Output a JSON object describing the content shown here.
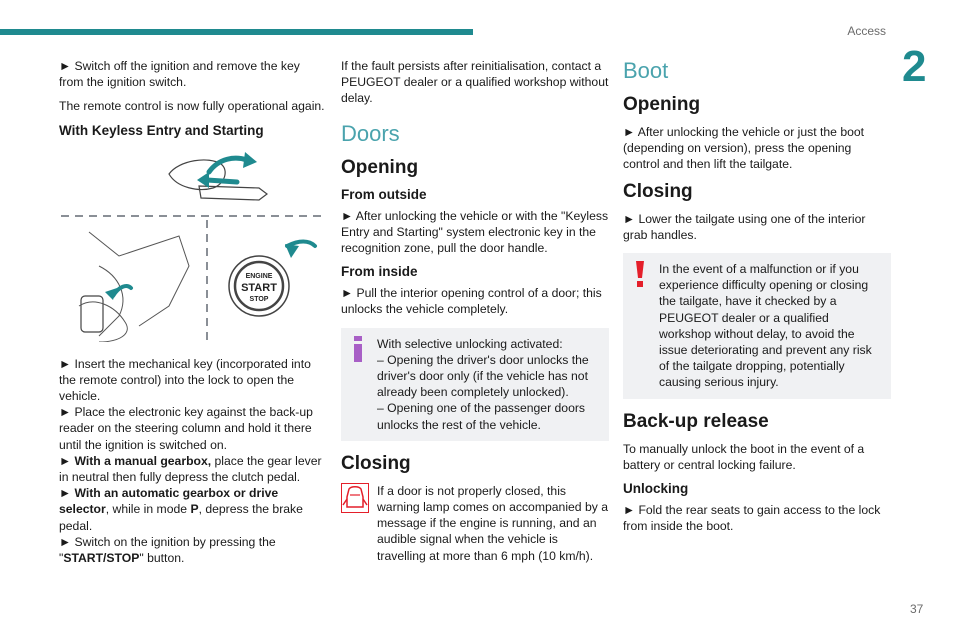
{
  "header": {
    "section": "Access",
    "chapter": "2",
    "page": "37"
  },
  "colors": {
    "accent": "#1f8a8f",
    "heading_teal": "#4aa3ad",
    "warning_red": "#e41f2a",
    "info_purple": "#a85fc6"
  },
  "col1": {
    "p1": "► Switch off the ignition and remove the key from the ignition switch.",
    "p2": "The remote control is now fully operational again.",
    "h3": "With Keyless Entry and Starting",
    "illus_text": {
      "l1": "ENGINE",
      "l2": "START",
      "l3": "STOP"
    },
    "p3": "► Insert the mechanical key (incorporated into the remote control) into the lock to open the vehicle.",
    "p4": "► Place the electronic key against the back-up reader on the steering column and hold it there until the ignition is switched on.",
    "p5_bold": "► With a manual gearbox,",
    "p5_rest": " place the gear lever in neutral then fully depress the clutch pedal.",
    "p6_bold": "► With an automatic gearbox or drive selector",
    "p6_mid": ", while in mode ",
    "p6_bold2": "P",
    "p6_rest": ", depress the brake pedal.",
    "p7_a": "► Switch on the ignition by pressing the \"",
    "p7_bold": "START/STOP",
    "p7_b": "\" button."
  },
  "col2": {
    "p1": "If the fault persists after reinitialisation, contact a PEUGEOT dealer or a qualified workshop without delay.",
    "h_doors": "Doors",
    "h_opening": "Opening",
    "h_outside": "From outside",
    "p_outside": "► After unlocking the vehicle or with the \"Keyless Entry and Starting\" system electronic key in the recognition zone, pull the door handle.",
    "h_inside": "From inside",
    "p_inside": "► Pull the interior opening control of a door; this unlocks the vehicle completely.",
    "note_l1": "With selective unlocking activated:",
    "note_l2": "– Opening the driver's door unlocks the driver's door only (if the vehicle has not already been completely unlocked).",
    "note_l3": "– Opening one of the passenger doors unlocks the rest of the vehicle.",
    "h_closing": "Closing",
    "p_closing": "If a door is not properly closed, this warning lamp comes on accompanied by a message if the engine is running, and an audible signal when the vehicle is travelling at more than 6 mph (10 km/h)."
  },
  "col3": {
    "h_boot": "Boot",
    "h_opening": "Opening",
    "p_opening": "► After unlocking the vehicle or just the boot (depending on version), press the opening control and then lift the tailgate.",
    "h_closing": "Closing",
    "p_closing": "► Lower the tailgate using one of the interior grab handles.",
    "warn": "In the event of a malfunction or if you experience difficulty opening or closing the tailgate, have it checked by a PEUGEOT dealer or a qualified workshop without delay, to avoid the issue deteriorating and prevent any risk of the tailgate dropping, potentially causing serious injury.",
    "h_backup": "Back-up release",
    "p_backup": "To manually unlock the boot in the event of a battery or central locking failure.",
    "h_unlocking": "Unlocking",
    "p_unlocking": "► Fold the rear seats to gain access to the lock from inside the boot."
  }
}
